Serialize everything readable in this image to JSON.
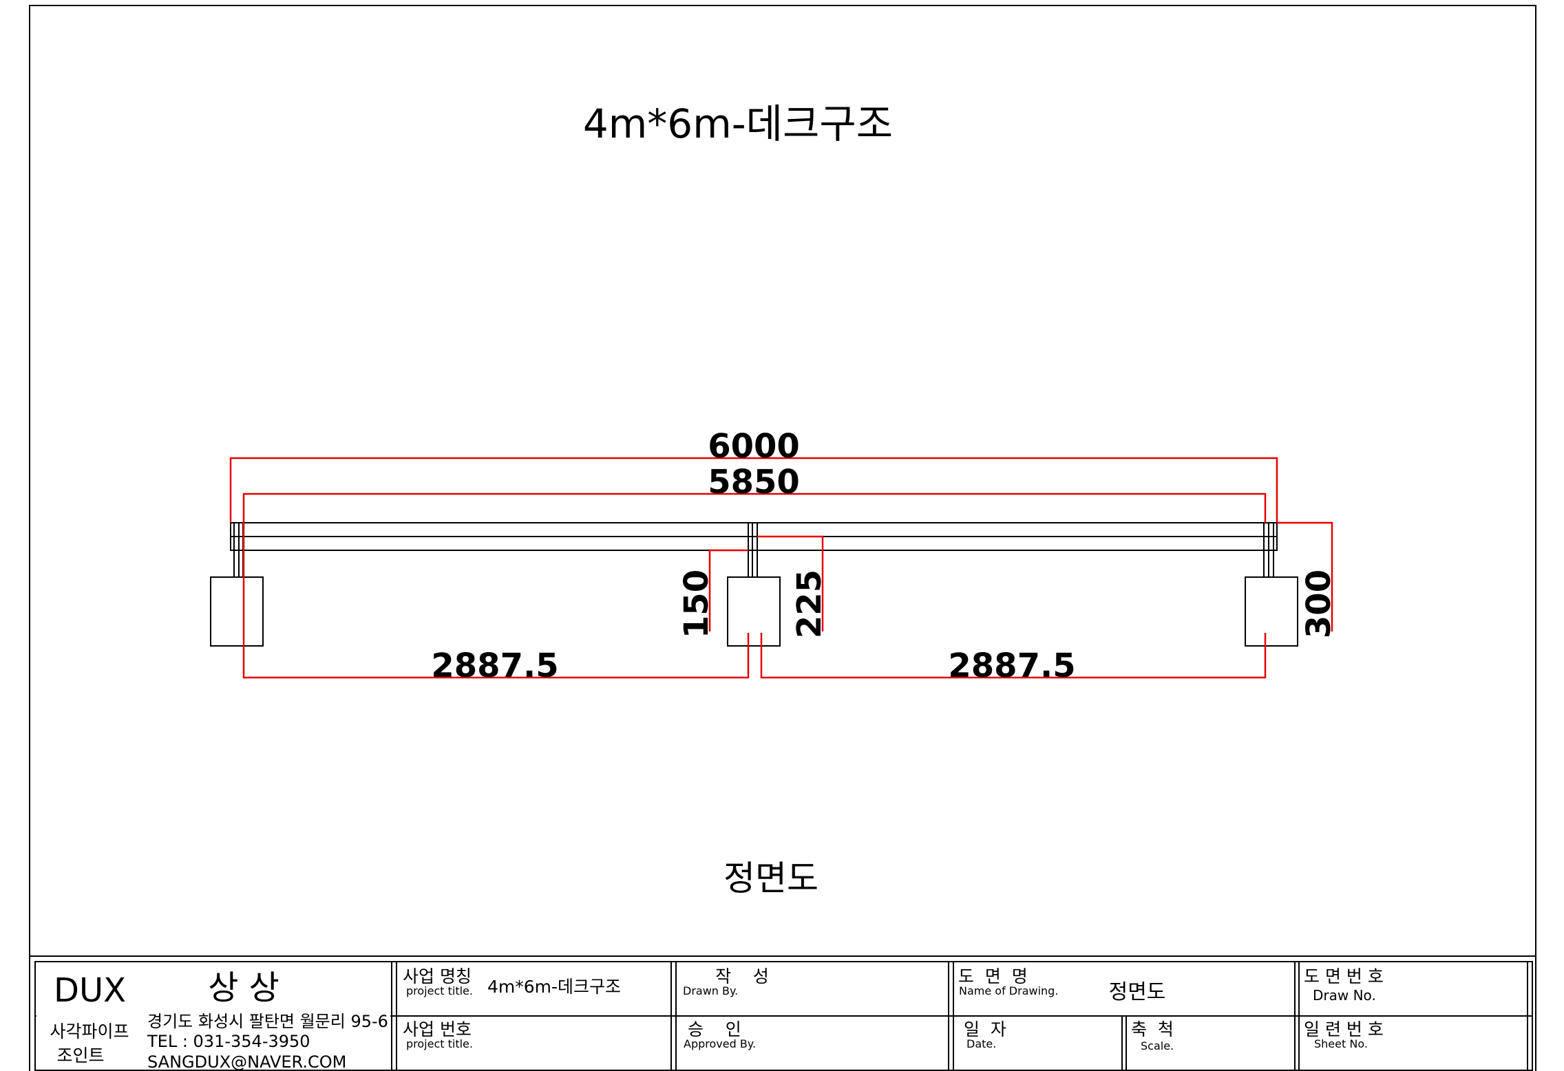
{
  "drawing": {
    "title": "4m*6m-데크구조",
    "view_name": "정면도",
    "dimensions": {
      "overall": "6000",
      "inner": "5850",
      "span_left": "2887.5",
      "span_right": "2887.5",
      "post_left": "150",
      "post_center": "225",
      "post_right": "300"
    }
  },
  "title_block": {
    "company": {
      "brand": "DUX",
      "name": "상 상",
      "product_line1": "사각파이프",
      "product_line2": "조인트",
      "address": "경기도 화성시 팔탄면 월문리 95-6",
      "tel": "TEL : 031-354-3950",
      "email": "SANGDUX@NAVER.COM"
    },
    "project_name": {
      "label": "사업 명칭",
      "sub": "project title.",
      "value": "4m*6m-데크구조"
    },
    "project_no": {
      "label": "사업 번호",
      "sub": "project title."
    },
    "drawn_by": {
      "label": "작    성",
      "sub": "Drawn By."
    },
    "approved_by": {
      "label": "승    인",
      "sub": "Approved By."
    },
    "drawing_name": {
      "label": "도  면  명",
      "sub": "Name of Drawing.",
      "value": "정면도"
    },
    "date": {
      "label": "일  자",
      "sub": "Date."
    },
    "scale": {
      "label": "축  척",
      "sub": "Scale."
    },
    "drawing_no": {
      "label": "도 면 번 호",
      "sub": "Draw No."
    },
    "sheet_no": {
      "label": "일 련 번 호",
      "sub": "Sheet No."
    }
  },
  "colors": {
    "line": "#000000",
    "dimension": "#e60000"
  }
}
